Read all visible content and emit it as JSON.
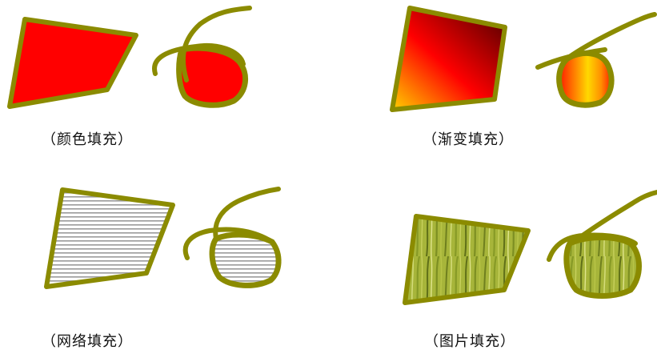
{
  "panels": [
    {
      "id": "color",
      "caption": "（颜色填充）",
      "fill_type": "solid",
      "fill_color": "#ff0000"
    },
    {
      "id": "gradient",
      "caption": "（渐变填充）",
      "fill_type": "gradient",
      "gradient_colors": [
        "#5a0000",
        "#ff0000",
        "#ffd000"
      ]
    },
    {
      "id": "pattern",
      "caption": "（网络填充）",
      "fill_type": "pattern",
      "pattern_colors": [
        "#9a9a9a",
        "#ffffff"
      ]
    },
    {
      "id": "image",
      "caption": "（图片填充）",
      "fill_type": "picture",
      "picture_subject": "green grass"
    }
  ],
  "colors": {
    "outline": "#8b8b00",
    "background": "#ffffff"
  }
}
